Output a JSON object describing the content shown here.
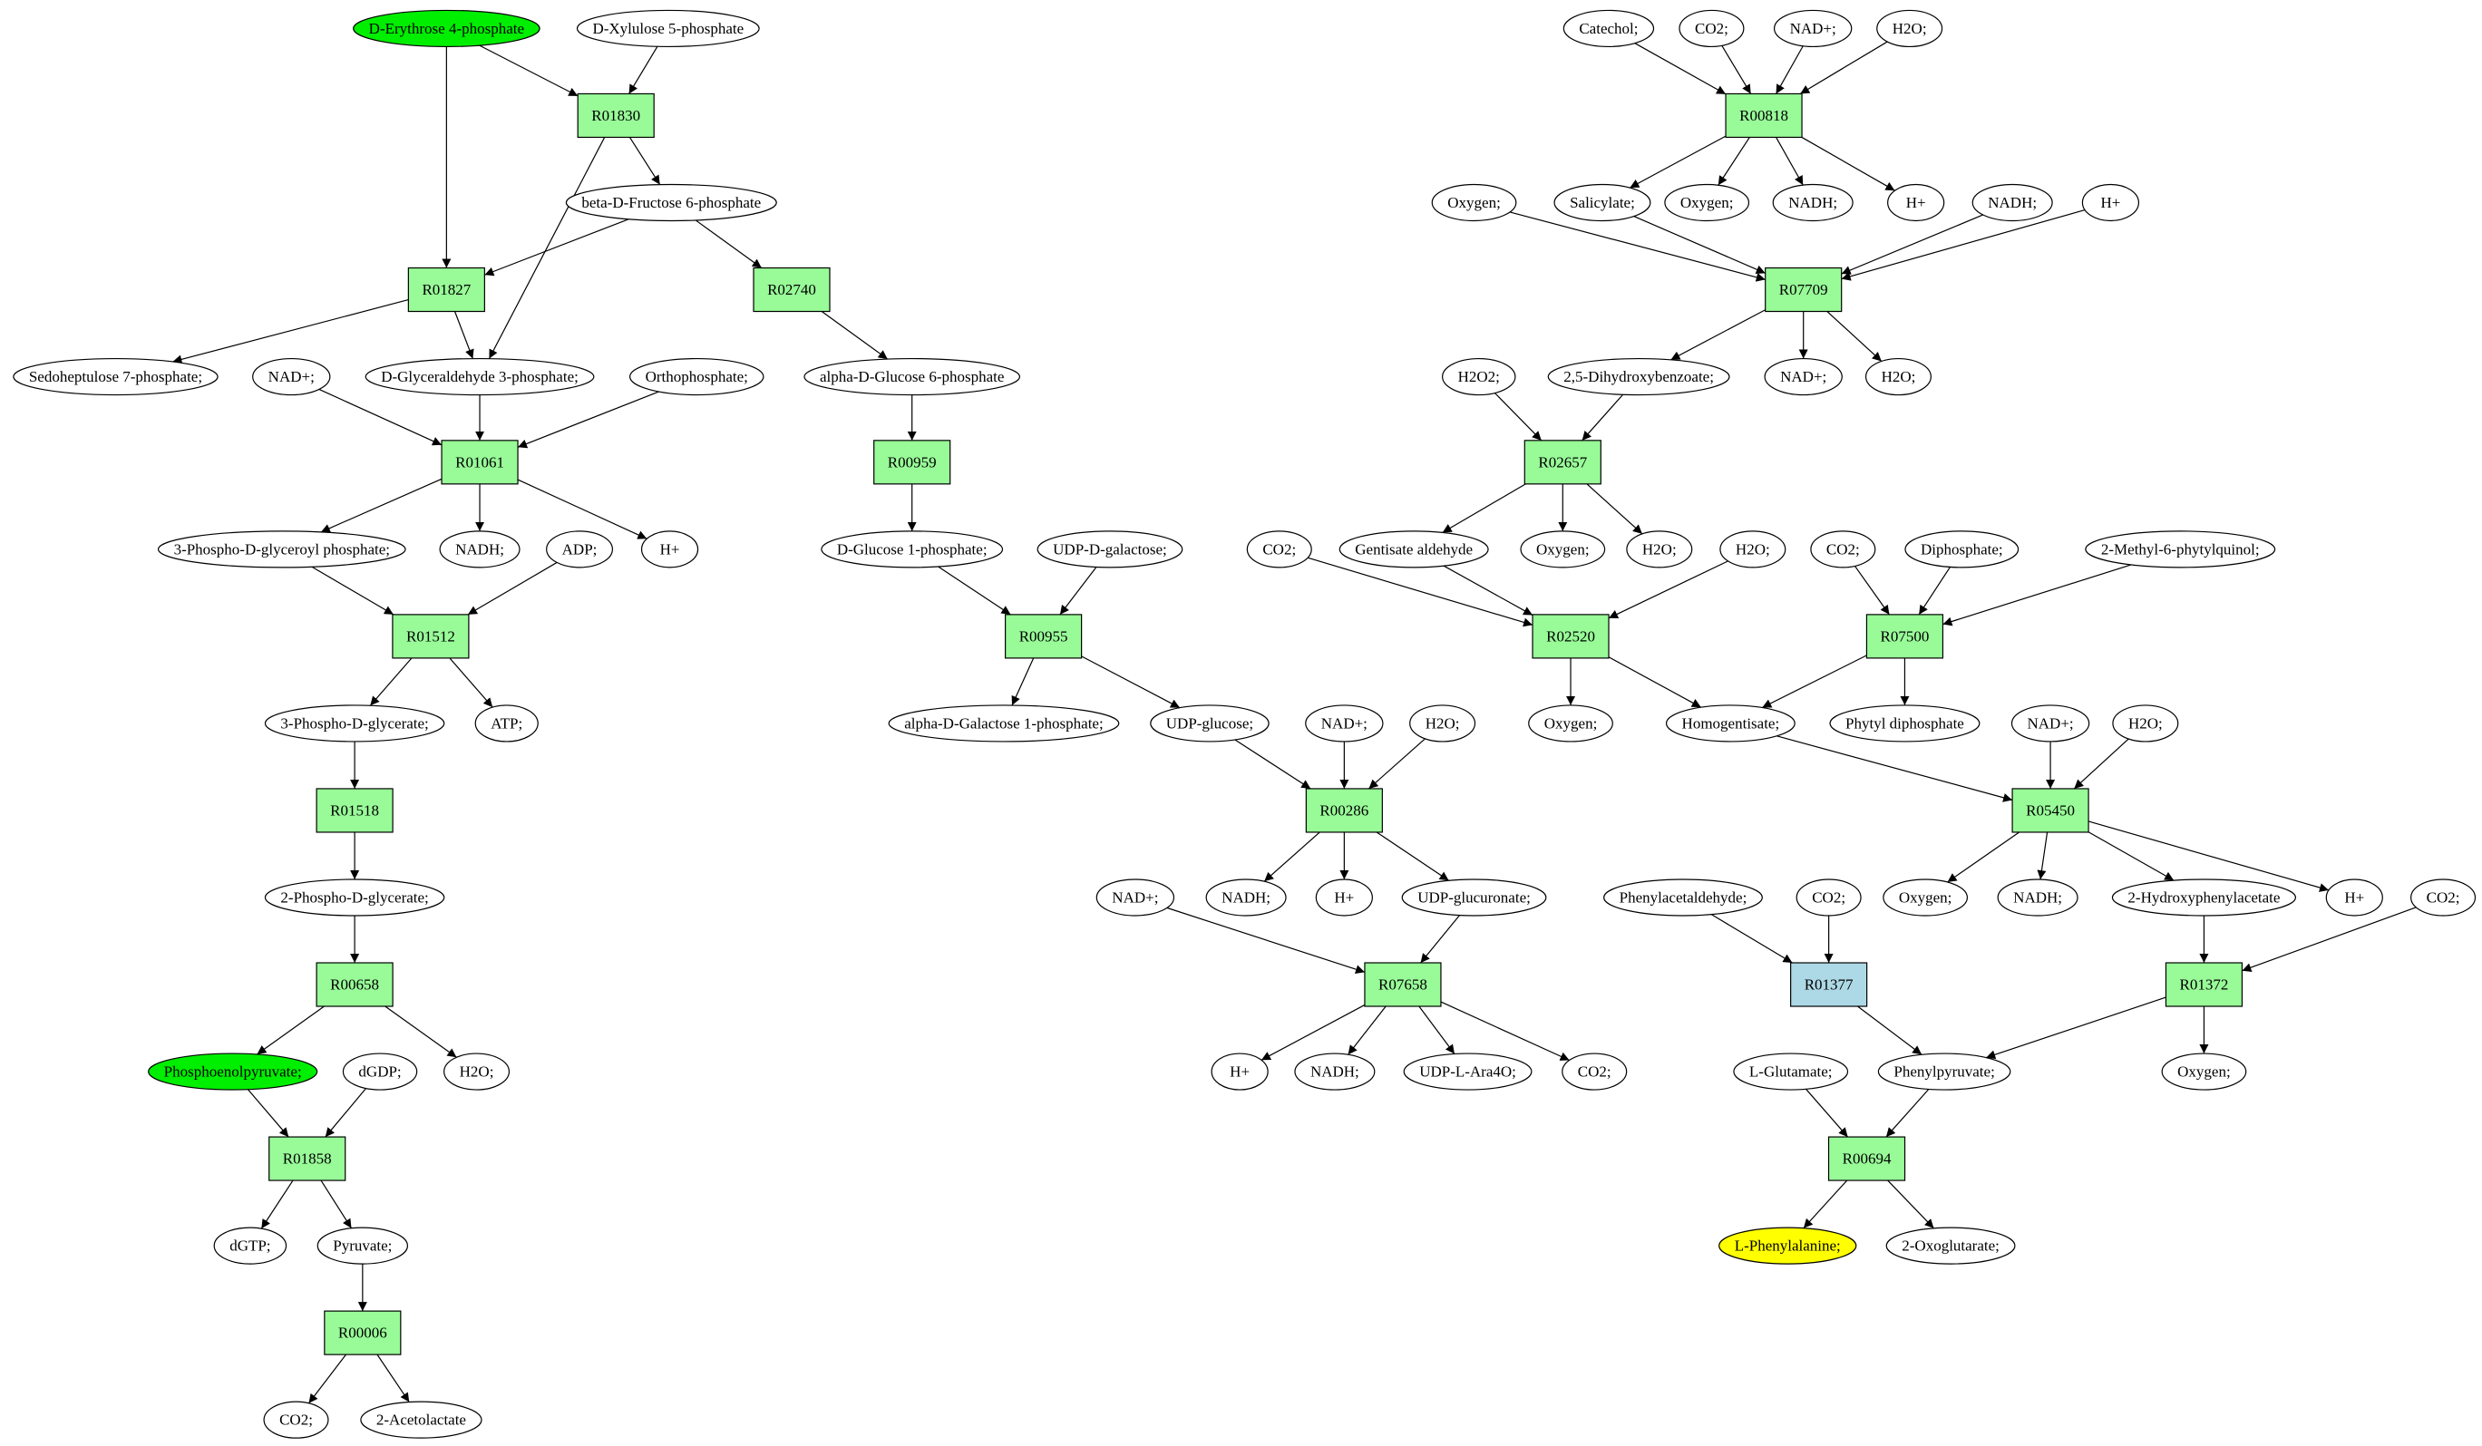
{
  "colors": {
    "reaction": "#98fb98",
    "reaction_alt": "#add8e6",
    "start_metabolite": "#00ee00",
    "target_metabolite": "#ffff00",
    "metabolite": "#ffffff",
    "stroke": "#000000"
  },
  "reactions": [
    {
      "id": "r01830",
      "label": "R01830"
    },
    {
      "id": "r01827",
      "label": "R01827"
    },
    {
      "id": "r02740",
      "label": "R02740"
    },
    {
      "id": "r01061",
      "label": "R01061"
    },
    {
      "id": "r00959",
      "label": "R00959"
    },
    {
      "id": "r01512",
      "label": "R01512"
    },
    {
      "id": "r00955",
      "label": "R00955"
    },
    {
      "id": "r01518",
      "label": "R01518"
    },
    {
      "id": "r00658",
      "label": "R00658"
    },
    {
      "id": "r01858",
      "label": "R01858"
    },
    {
      "id": "r00006",
      "label": "R00006"
    },
    {
      "id": "r00286",
      "label": "R00286"
    },
    {
      "id": "r07658",
      "label": "R07658"
    },
    {
      "id": "r00818",
      "label": "R00818"
    },
    {
      "id": "r07709",
      "label": "R07709"
    },
    {
      "id": "r02657",
      "label": "R02657"
    },
    {
      "id": "r02520",
      "label": "R02520"
    },
    {
      "id": "r07500",
      "label": "R07500"
    },
    {
      "id": "r05450",
      "label": "R05450"
    },
    {
      "id": "r01377",
      "label": "R01377",
      "style": "alt"
    },
    {
      "id": "r01372",
      "label": "R01372"
    },
    {
      "id": "r00694",
      "label": "R00694"
    }
  ],
  "metabolites": [
    {
      "id": "m_e4p",
      "label": "D-Erythrose 4-phosphate",
      "style": "start"
    },
    {
      "id": "m_x5p",
      "label": "D-Xylulose 5-phosphate"
    },
    {
      "id": "m_f6p",
      "label": "beta-D-Fructose 6-phosphate"
    },
    {
      "id": "m_s7p",
      "label": "Sedoheptulose 7-phosphate;"
    },
    {
      "id": "m_g3p",
      "label": "D-Glyceraldehyde 3-phosphate;"
    },
    {
      "id": "m_g6p",
      "label": "alpha-D-Glucose 6-phosphate"
    },
    {
      "id": "m_nad_1",
      "label": "NAD+;"
    },
    {
      "id": "m_pi",
      "label": "Orthophosphate;"
    },
    {
      "id": "m_bpg",
      "label": "3-Phospho-D-glyceroyl phosphate;"
    },
    {
      "id": "m_nadh_1",
      "label": "NADH;"
    },
    {
      "id": "m_adp",
      "label": "ADP;"
    },
    {
      "id": "m_h_1",
      "label": "H+"
    },
    {
      "id": "m_g1p",
      "label": "D-Glucose 1-phosphate;"
    },
    {
      "id": "m_udpgal",
      "label": "UDP-D-galactose;"
    },
    {
      "id": "m_3pg",
      "label": "3-Phospho-D-glycerate;"
    },
    {
      "id": "m_atp",
      "label": "ATP;"
    },
    {
      "id": "m_gal1p",
      "label": "alpha-D-Galactose 1-phosphate;"
    },
    {
      "id": "m_udpglc",
      "label": "UDP-glucose;"
    },
    {
      "id": "m_2pg",
      "label": "2-Phospho-D-glycerate;"
    },
    {
      "id": "m_pep",
      "label": "Phosphoenolpyruvate;",
      "style": "start"
    },
    {
      "id": "m_dgdp",
      "label": "dGDP;"
    },
    {
      "id": "m_h2o_1",
      "label": "H2O;"
    },
    {
      "id": "m_dgtp",
      "label": "dGTP;"
    },
    {
      "id": "m_pyr",
      "label": "Pyruvate;"
    },
    {
      "id": "m_co2_1",
      "label": "CO2;"
    },
    {
      "id": "m_acl",
      "label": "2-Acetolactate"
    },
    {
      "id": "m_nad_2",
      "label": "NAD+;"
    },
    {
      "id": "m_h2o_2",
      "label": "H2O;"
    },
    {
      "id": "m_nadh_2",
      "label": "NADH;"
    },
    {
      "id": "m_h_2",
      "label": "H+"
    },
    {
      "id": "m_udpgla",
      "label": "UDP-glucuronate;"
    },
    {
      "id": "m_nad_3",
      "label": "NAD+;"
    },
    {
      "id": "m_h_3",
      "label": "H+"
    },
    {
      "id": "m_nadh_3",
      "label": "NADH;"
    },
    {
      "id": "m_udpara",
      "label": "UDP-L-Ara4O;"
    },
    {
      "id": "m_co2_2",
      "label": "CO2;"
    },
    {
      "id": "m_catechol",
      "label": "Catechol;"
    },
    {
      "id": "m_co2_3",
      "label": "CO2;"
    },
    {
      "id": "m_nad_4",
      "label": "NAD+;"
    },
    {
      "id": "m_h2o_3",
      "label": "H2O;"
    },
    {
      "id": "m_oxy_1",
      "label": "Oxygen;"
    },
    {
      "id": "m_salicylate",
      "label": "Salicylate;"
    },
    {
      "id": "m_oxy_2",
      "label": "Oxygen;"
    },
    {
      "id": "m_nadh_4",
      "label": "NADH;"
    },
    {
      "id": "m_h_4",
      "label": "H+"
    },
    {
      "id": "m_nadh_5",
      "label": "NADH;"
    },
    {
      "id": "m_h_5",
      "label": "H+"
    },
    {
      "id": "m_h2o2",
      "label": "H2O2;"
    },
    {
      "id": "m_25dhb",
      "label": "2,5-Dihydroxybenzoate;"
    },
    {
      "id": "m_nad_5",
      "label": "NAD+;"
    },
    {
      "id": "m_h2o_4",
      "label": "H2O;"
    },
    {
      "id": "m_co2_4",
      "label": "CO2;"
    },
    {
      "id": "m_gentald",
      "label": "Gentisate aldehyde"
    },
    {
      "id": "m_oxy_3",
      "label": "Oxygen;"
    },
    {
      "id": "m_h2o_5",
      "label": "H2O;"
    },
    {
      "id": "m_h2o_6",
      "label": "H2O;"
    },
    {
      "id": "m_co2_5",
      "label": "CO2;"
    },
    {
      "id": "m_ppi",
      "label": "Diphosphate;"
    },
    {
      "id": "m_mpq",
      "label": "2-Methyl-6-phytylquinol;"
    },
    {
      "id": "m_oxy_4",
      "label": "Oxygen;"
    },
    {
      "id": "m_hga",
      "label": "Homogentisate;"
    },
    {
      "id": "m_phytpp",
      "label": "Phytyl diphosphate"
    },
    {
      "id": "m_nad_6",
      "label": "NAD+;"
    },
    {
      "id": "m_h2o_7",
      "label": "H2O;"
    },
    {
      "id": "m_oxy_5",
      "label": "Oxygen;"
    },
    {
      "id": "m_nadh_6",
      "label": "NADH;"
    },
    {
      "id": "m_2hpa",
      "label": "2-Hydroxyphenylacetate"
    },
    {
      "id": "m_h_6",
      "label": "H+"
    },
    {
      "id": "m_co2_6",
      "label": "CO2;"
    },
    {
      "id": "m_phald",
      "label": "Phenylacetaldehyde;"
    },
    {
      "id": "m_co2_7",
      "label": "CO2;"
    },
    {
      "id": "m_glu",
      "label": "L-Glutamate;"
    },
    {
      "id": "m_phpyr",
      "label": "Phenylpyruvate;"
    },
    {
      "id": "m_oxy_6",
      "label": "Oxygen;"
    },
    {
      "id": "m_phe",
      "label": "L-Phenylalanine;",
      "style": "target"
    },
    {
      "id": "m_2og",
      "label": "2-Oxoglutarate;"
    }
  ],
  "edges": [
    [
      "m_e4p",
      "r01830"
    ],
    [
      "m_x5p",
      "r01830"
    ],
    [
      "m_e4p",
      "r01827"
    ],
    [
      "r01830",
      "m_f6p"
    ],
    [
      "r01830",
      "m_g3p"
    ],
    [
      "m_f6p",
      "r01827"
    ],
    [
      "m_f6p",
      "r02740"
    ],
    [
      "r01827",
      "m_s7p"
    ],
    [
      "r01827",
      "m_g3p"
    ],
    [
      "r02740",
      "m_g6p"
    ],
    [
      "m_nad_1",
      "r01061"
    ],
    [
      "m_g3p",
      "r01061"
    ],
    [
      "m_pi",
      "r01061"
    ],
    [
      "r01061",
      "m_bpg"
    ],
    [
      "r01061",
      "m_nadh_1"
    ],
    [
      "r01061",
      "m_h_1"
    ],
    [
      "m_g6p",
      "r00959"
    ],
    [
      "r00959",
      "m_g1p"
    ],
    [
      "m_bpg",
      "r01512"
    ],
    [
      "m_adp",
      "r01512"
    ],
    [
      "r01512",
      "m_3pg"
    ],
    [
      "r01512",
      "m_atp"
    ],
    [
      "m_g1p",
      "r00955"
    ],
    [
      "m_udpgal",
      "r00955"
    ],
    [
      "r00955",
      "m_gal1p"
    ],
    [
      "r00955",
      "m_udpglc"
    ],
    [
      "m_3pg",
      "r01518"
    ],
    [
      "r01518",
      "m_2pg"
    ],
    [
      "m_2pg",
      "r00658"
    ],
    [
      "r00658",
      "m_pep"
    ],
    [
      "r00658",
      "m_h2o_1"
    ],
    [
      "m_pep",
      "r01858"
    ],
    [
      "m_dgdp",
      "r01858"
    ],
    [
      "r01858",
      "m_dgtp"
    ],
    [
      "r01858",
      "m_pyr"
    ],
    [
      "m_pyr",
      "r00006"
    ],
    [
      "r00006",
      "m_co2_1"
    ],
    [
      "r00006",
      "m_acl"
    ],
    [
      "m_udpglc",
      "r00286"
    ],
    [
      "m_nad_2",
      "r00286"
    ],
    [
      "m_h2o_2",
      "r00286"
    ],
    [
      "r00286",
      "m_nadh_2"
    ],
    [
      "r00286",
      "m_h_2"
    ],
    [
      "r00286",
      "m_udpgla"
    ],
    [
      "m_nad_3",
      "r07658"
    ],
    [
      "m_udpgla",
      "r07658"
    ],
    [
      "r07658",
      "m_h_3"
    ],
    [
      "r07658",
      "m_nadh_3"
    ],
    [
      "r07658",
      "m_udpara"
    ],
    [
      "r07658",
      "m_co2_2"
    ],
    [
      "m_catechol",
      "r00818"
    ],
    [
      "m_co2_3",
      "r00818"
    ],
    [
      "m_nad_4",
      "r00818"
    ],
    [
      "m_h2o_3",
      "r00818"
    ],
    [
      "r00818",
      "m_salicylate"
    ],
    [
      "r00818",
      "m_oxy_2"
    ],
    [
      "r00818",
      "m_nadh_4"
    ],
    [
      "r00818",
      "m_h_4"
    ],
    [
      "m_oxy_1",
      "r07709"
    ],
    [
      "m_salicylate",
      "r07709"
    ],
    [
      "m_nadh_5",
      "r07709"
    ],
    [
      "m_h_5",
      "r07709"
    ],
    [
      "r07709",
      "m_25dhb"
    ],
    [
      "r07709",
      "m_nad_5"
    ],
    [
      "r07709",
      "m_h2o_4"
    ],
    [
      "m_h2o2",
      "r02657"
    ],
    [
      "m_25dhb",
      "r02657"
    ],
    [
      "r02657",
      "m_gentald"
    ],
    [
      "r02657",
      "m_oxy_3"
    ],
    [
      "r02657",
      "m_h2o_5"
    ],
    [
      "m_co2_4",
      "r02520"
    ],
    [
      "m_gentald",
      "r02520"
    ],
    [
      "m_h2o_6",
      "r02520"
    ],
    [
      "r02520",
      "m_oxy_4"
    ],
    [
      "r02520",
      "m_hga"
    ],
    [
      "m_co2_5",
      "r07500"
    ],
    [
      "m_ppi",
      "r07500"
    ],
    [
      "m_mpq",
      "r07500"
    ],
    [
      "r07500",
      "m_hga"
    ],
    [
      "r07500",
      "m_phytpp"
    ],
    [
      "m_hga",
      "r05450"
    ],
    [
      "m_nad_6",
      "r05450"
    ],
    [
      "m_h2o_7",
      "r05450"
    ],
    [
      "r05450",
      "m_oxy_5"
    ],
    [
      "r05450",
      "m_nadh_6"
    ],
    [
      "r05450",
      "m_2hpa"
    ],
    [
      "r05450",
      "m_h_6"
    ],
    [
      "m_2hpa",
      "r01372"
    ],
    [
      "m_co2_6",
      "r01372"
    ],
    [
      "r01372",
      "m_phpyr"
    ],
    [
      "r01372",
      "m_oxy_6"
    ],
    [
      "m_phald",
      "r01377"
    ],
    [
      "m_co2_7",
      "r01377"
    ],
    [
      "r01377",
      "m_phpyr"
    ],
    [
      "m_glu",
      "r00694"
    ],
    [
      "m_phpyr",
      "r00694"
    ],
    [
      "r00694",
      "m_phe"
    ],
    [
      "r00694",
      "m_2og"
    ]
  ]
}
